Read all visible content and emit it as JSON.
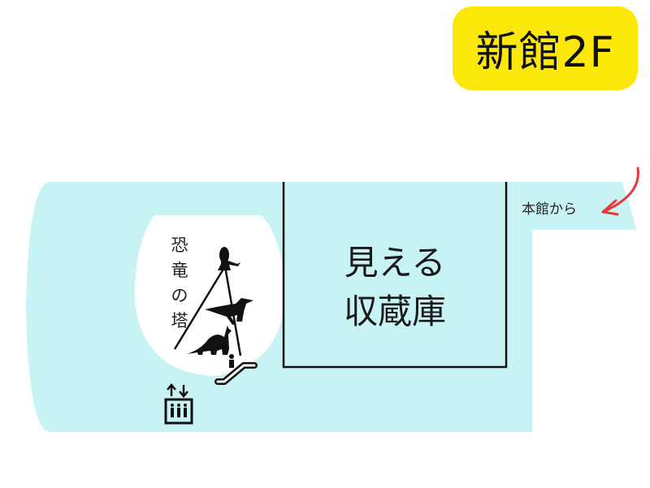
{
  "floor_badge": {
    "label": "新館2F",
    "color": "#fbe80a"
  },
  "map": {
    "floor_color": "#c8f3f5",
    "areas": [
      {
        "id": "visible-storage",
        "label_line1": "見える",
        "label_line2": "収蔵庫"
      },
      {
        "id": "dinosaur-tower",
        "label": "恐竜の塔"
      }
    ],
    "entrance_label": "本館から",
    "arrow_color": "#e83a3a",
    "icons": [
      "dinosaur-trex-icon",
      "dinosaur-raptor-icon",
      "dinosaur-brachiosaurus-icon",
      "escalator-icon",
      "elevator-icon"
    ]
  }
}
